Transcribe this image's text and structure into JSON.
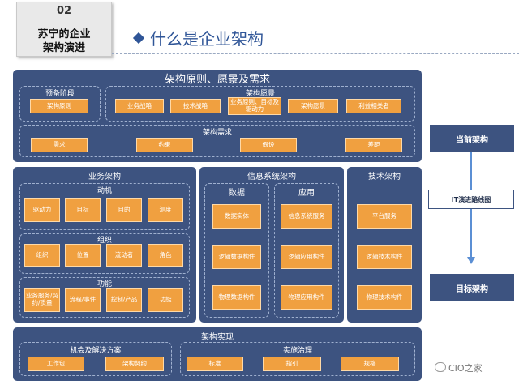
{
  "header": {
    "number": "02",
    "title_line1": "苏宁的企业",
    "title_line2": "架构演进",
    "page_title": "什么是企业架构"
  },
  "principles": {
    "title": "架构原则、愿景及需求",
    "stage_title": "预备阶段",
    "stage_items": [
      "架构原则"
    ],
    "vision_title": "架构愿景",
    "vision_items": [
      "业务战略",
      "技术战略",
      "业务原则、目标及驱动力",
      "架构愿景",
      "利益相关者"
    ],
    "req_title": "架构需求",
    "req_items": [
      "需求",
      "约束",
      "假设",
      "差距"
    ]
  },
  "business": {
    "title": "业务架构",
    "motive_title": "动机",
    "motive_items": [
      "驱动力",
      "目标",
      "目的",
      "测度"
    ],
    "org_title": "组织",
    "org_items": [
      "组织",
      "位置",
      "流动者",
      "角色"
    ],
    "func_title": "功能",
    "func_items": [
      "业务服务/契约/质量",
      "流程/事件",
      "控制/产品",
      "功能"
    ]
  },
  "info": {
    "title": "信息系统架构",
    "data_title": "数据",
    "data_items": [
      "数据实体",
      "逻辑数据构件",
      "物理数据构件"
    ],
    "app_title": "应用",
    "app_items": [
      "信息系统服务",
      "逻辑应用构件",
      "物理应用构件"
    ]
  },
  "tech": {
    "title": "技术架构",
    "items": [
      "平台服务",
      "逻辑技术构件",
      "物理技术构件"
    ]
  },
  "realization": {
    "title": "架构实现",
    "opp_title": "机会及解决方案",
    "opp_items": [
      "工作包",
      "架构契约"
    ],
    "gov_title": "实施治理",
    "gov_items": [
      "标准",
      "指引",
      "规格"
    ]
  },
  "roadmap": {
    "current": "当前架构",
    "it_roadmap": "IT演进路线图",
    "target": "目标架构"
  },
  "watermark": "CIO之家",
  "colors": {
    "panel": "#3d5380",
    "box": "#f0a040",
    "title": "#2f5597",
    "arrow": "#5b8fd4"
  }
}
